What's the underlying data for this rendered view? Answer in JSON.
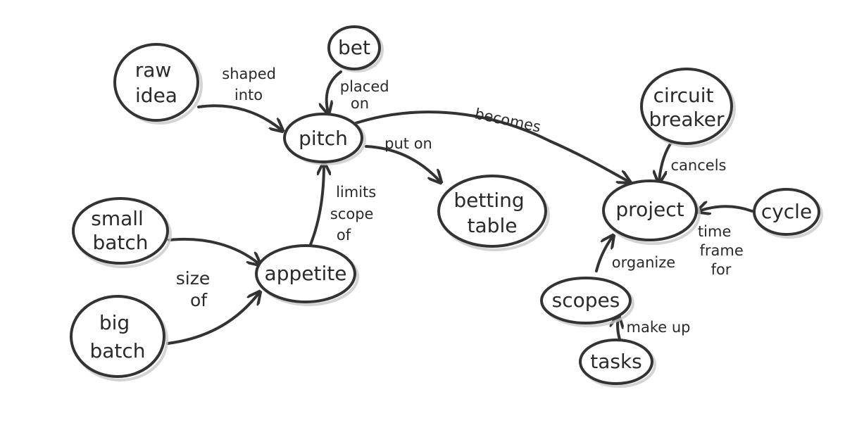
{
  "nodes": {
    "raw_idea": [
      "raw",
      "idea"
    ],
    "bet": [
      "bet"
    ],
    "pitch": [
      "pitch"
    ],
    "betting_table": [
      "betting",
      "table"
    ],
    "small_batch": [
      "small",
      "batch"
    ],
    "big_batch": [
      "big",
      "batch"
    ],
    "appetite": [
      "appetite"
    ],
    "circuit_breaker": [
      "circuit",
      "breaker"
    ],
    "project": [
      "project"
    ],
    "cycle": [
      "cycle"
    ],
    "scopes": [
      "scopes"
    ],
    "tasks": [
      "tasks"
    ]
  },
  "edges": {
    "shaped_into": [
      "shaped",
      "into"
    ],
    "placed_on": [
      "placed",
      "on"
    ],
    "becomes": [
      "becomes"
    ],
    "put_on": [
      "put on"
    ],
    "limits_scope_of": [
      "limits",
      "scope",
      "of"
    ],
    "size_of": [
      "size",
      "of"
    ],
    "cancels": [
      "cancels"
    ],
    "time_frame_for": [
      "time",
      "frame",
      "for"
    ],
    "organize": [
      "organize"
    ],
    "make_up": [
      "make up"
    ]
  },
  "colors": {
    "ink": "#333333",
    "shadow": "#c9c9c9",
    "background": "#ffffff"
  }
}
